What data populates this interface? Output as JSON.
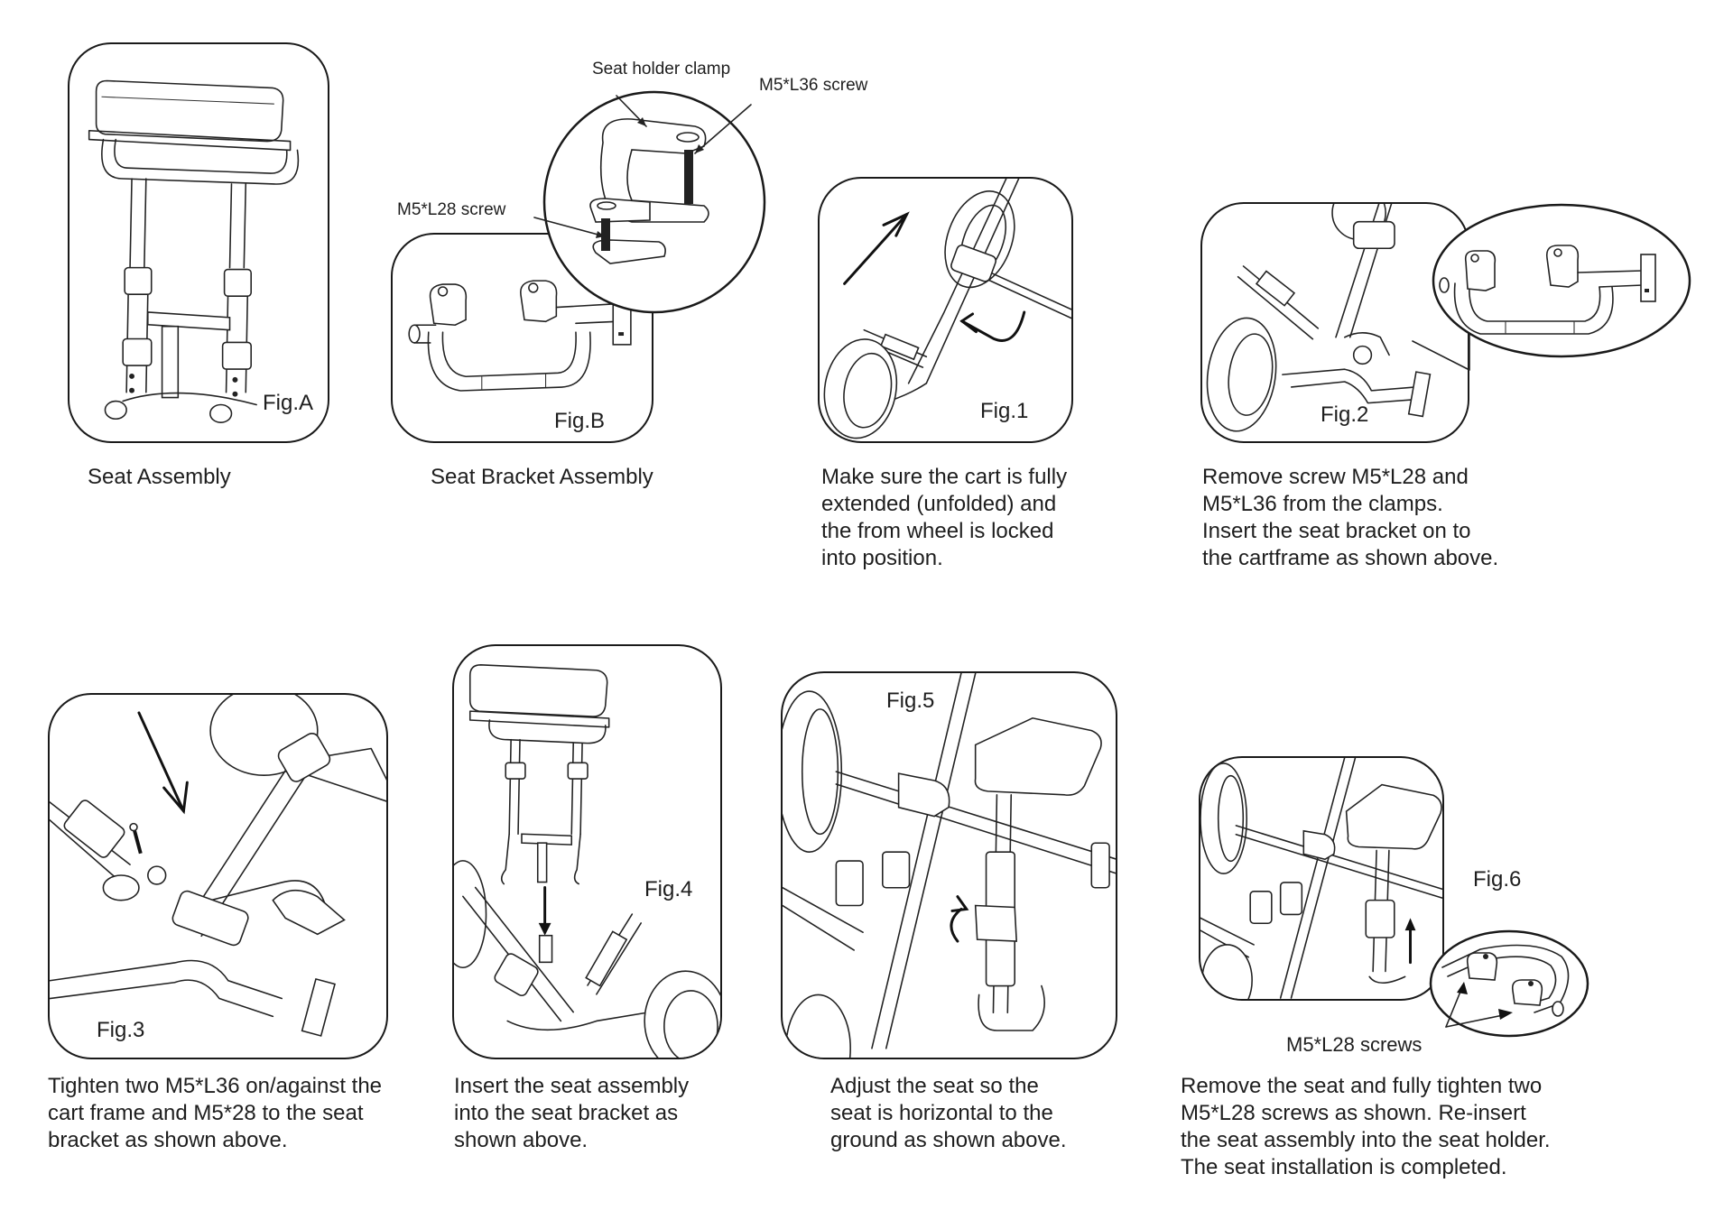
{
  "document": {
    "title": "Seat installation instructions"
  },
  "figures": {
    "A": {
      "label": "Fig.A",
      "caption": [
        "Seat Assembly"
      ]
    },
    "B": {
      "label": "Fig.B",
      "caption": [
        "Seat Bracket Assembly"
      ],
      "callouts": {
        "seat_holder_clamp": "Seat holder clamp",
        "m5_l36": "M5*L36 screw",
        "m5_l28": "M5*L28 screw"
      }
    },
    "1": {
      "label": "Fig.1",
      "caption": [
        "Make sure the cart is fully",
        "extended (unfolded) and",
        "the from wheel is locked",
        "into position."
      ]
    },
    "2": {
      "label": "Fig.2",
      "caption": [
        "Remove screw M5*L28 and",
        "M5*L36 from the clamps.",
        "Insert the seat bracket on to",
        "the cartframe as shown above."
      ]
    },
    "3": {
      "label": "Fig.3",
      "caption": [
        "Tighten two M5*L36 on/against the",
        "cart frame and M5*28 to the seat",
        "bracket as shown above."
      ]
    },
    "4": {
      "label": "Fig.4",
      "caption": [
        "Insert the seat assembly",
        "into the seat bracket as",
        "shown above."
      ]
    },
    "5": {
      "label": "Fig.5",
      "caption": [
        "Adjust the seat so the",
        "seat is horizontal to the",
        "ground as shown above."
      ]
    },
    "6": {
      "label": "Fig.6",
      "callout": "M5*L28 screws",
      "caption": [
        "Remove the seat and fully tighten two",
        "M5*L28 screws as shown. Re-insert",
        "the seat assembly into the seat holder.",
        "The seat installation is completed."
      ]
    }
  }
}
